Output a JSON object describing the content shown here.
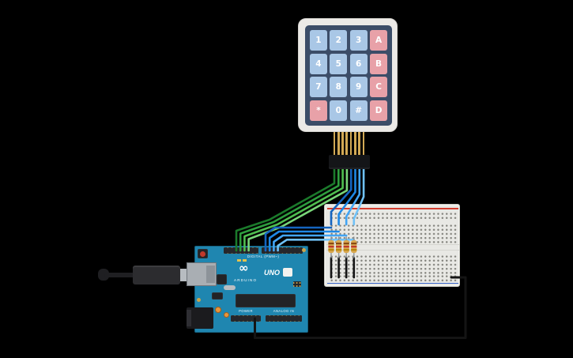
{
  "scene": {
    "background_color": "#000000",
    "description": "Circuit with 4x4 keypad, Arduino Uno and breadboard"
  },
  "keypad": {
    "component": "4x4 membrane keypad",
    "frame_color": "#ECEAE7",
    "panel_color": "#3C4D68",
    "digit_key_color": "#A9C7E6",
    "letter_key_color": "#E8A1A8",
    "key_label_color": "#FFFFFF",
    "keys": [
      {
        "label": "1",
        "kind": "digit"
      },
      {
        "label": "2",
        "kind": "digit"
      },
      {
        "label": "3",
        "kind": "digit"
      },
      {
        "label": "A",
        "kind": "letter"
      },
      {
        "label": "4",
        "kind": "digit"
      },
      {
        "label": "5",
        "kind": "digit"
      },
      {
        "label": "6",
        "kind": "digit"
      },
      {
        "label": "B",
        "kind": "letter"
      },
      {
        "label": "7",
        "kind": "digit"
      },
      {
        "label": "8",
        "kind": "digit"
      },
      {
        "label": "9",
        "kind": "digit"
      },
      {
        "label": "C",
        "kind": "letter"
      },
      {
        "label": "*",
        "kind": "letter"
      },
      {
        "label": "0",
        "kind": "digit"
      },
      {
        "label": "#",
        "kind": "digit"
      },
      {
        "label": "D",
        "kind": "letter"
      }
    ],
    "connector": {
      "pins": 8,
      "pin_color": "#D2A955",
      "housing_color": "#141518"
    }
  },
  "arduino": {
    "component": "Arduino Uno",
    "board_color": "#1F86B0",
    "logo": "∞",
    "labels": {
      "brand": "ARDUINO",
      "model": "UNO",
      "digital": "DIGITAL (PWM~)",
      "power": "POWER",
      "analog": "ANALOG IN"
    }
  },
  "breadboard": {
    "component": "breadboard",
    "body_color": "#E8E8E4",
    "rail_positive_color": "#D43C2E",
    "rail_negative_color": "#3A66C9"
  },
  "resistors": {
    "count": 4,
    "body_color": "#D9A850",
    "band_colors": [
      "#8A4A12",
      "#C0392B",
      "#B8860B"
    ]
  },
  "wires": {
    "keypad_rows": {
      "colors": [
        "#1B7A2B",
        "#2E9E3E",
        "#4FBE4F",
        "#79D679"
      ]
    },
    "keypad_columns": {
      "colors": [
        "#1565C0",
        "#1E88E5",
        "#42A5F5",
        "#6FC1F7"
      ]
    },
    "ground": {
      "color": "#141414"
    }
  }
}
